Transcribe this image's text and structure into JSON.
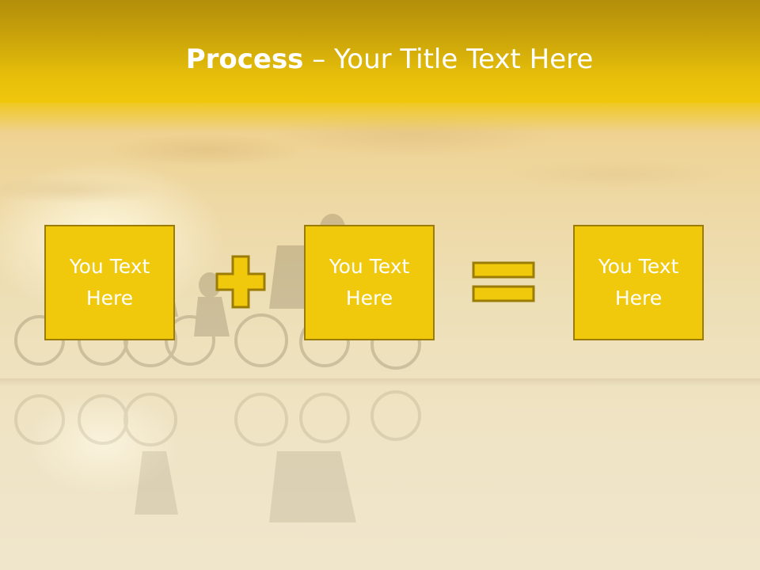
{
  "slide": {
    "title_bold": "Process",
    "title_rest": " – Your Title Text Here",
    "boxes": [
      {
        "label": "You Text Here"
      },
      {
        "label": "You Text Here"
      },
      {
        "label": "You Text Here"
      }
    ],
    "operators": [
      "plus-icon",
      "equals-icon"
    ]
  },
  "colors": {
    "accent": "#f0c80c",
    "border": "#9a7c06",
    "title_band": "#c9a30a",
    "text": "#ffffff"
  }
}
